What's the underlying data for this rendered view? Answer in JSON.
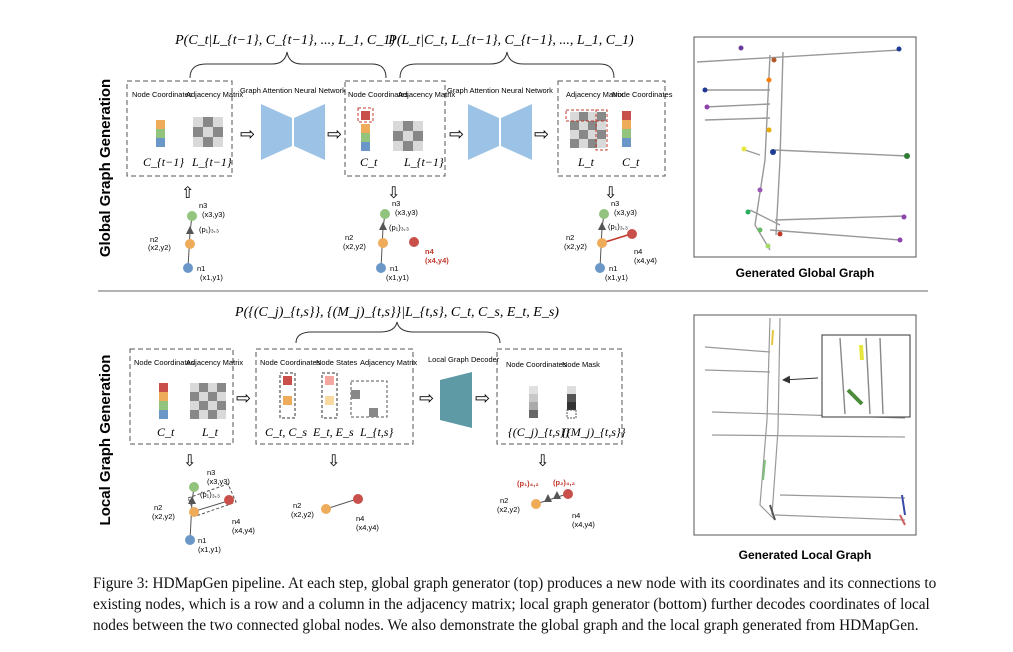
{
  "sections": {
    "global_title": "Global Graph Generation",
    "local_title": "Local Graph Generation"
  },
  "global": {
    "prob1": "P(C_t|L_{t−1}, C_{t−1}, ..., L_1, C_1)",
    "prob2": "P(L_t|C_t, L_{t−1}, C_{t−1}, ..., L_1, C_1)",
    "box1": {
      "left_header": "Node Coordinates",
      "right_header": "Adjacency Matrix",
      "sym_c": "C_{t−1}",
      "sym_l": "L_{t−1}"
    },
    "gat1": "Graph Attention Neural Network",
    "box2": {
      "left_header": "Node Coordinates",
      "right_header": "Adjacency Matrix",
      "sym_c": "C_t",
      "sym_l": "L_{t−1}"
    },
    "gat2": "Graph Attention Neural Network",
    "box3": {
      "left_header": "Adjacency Matrix",
      "right_header": "Node Coordinates",
      "sym_l": "L_t",
      "sym_c": "C_t"
    },
    "graph_labels": {
      "n1": "n1",
      "n1_coord": "(x1,y1)",
      "n2": "n2",
      "n2_coord": "(x2,y2)",
      "n3": "n3",
      "n3_coord": "(x3,y3)",
      "n4": "n4",
      "n4_coord": "(x4,y4)",
      "p": "(p₁)₃,₃"
    },
    "panel_title": "Generated Global Graph"
  },
  "local": {
    "prob": "P({(C_j)_{t,s}}, {(M_j)_{t,s}}|L_{t,s}, C_t, C_s, E_t, E_s)",
    "box1": {
      "left_header": "Node Coordinates",
      "right_header": "Adjacency Matrix",
      "sym_c": "C_t",
      "sym_l": "L_t"
    },
    "box2": {
      "h1": "Node Coordinates",
      "h2": "Node States",
      "h3": "Adjacency Matrix",
      "sym1": "C_t, C_s",
      "sym2": "E_t, E_s",
      "sym3": "L_{t,s}"
    },
    "decoder": "Local Graph Decoder",
    "box3": {
      "h1": "Node Coordinates",
      "h2": "Node Mask",
      "sym1": "{(C_j)_{t,s}}",
      "sym2": "{(M_j)_{t,s}}"
    },
    "p1": "(p₁)₃,₃",
    "p42a": "(p₁)₄,₂",
    "p42b": "(p₂)₄,₂",
    "panel_title": "Generated Local Graph"
  },
  "caption": [
    "Figure 3: HDMapGen pipeline. At each step, global graph generator (top) produces a new node with its coordinates and its connections to",
    "existing nodes, which is a row and a column in the adjacency matrix; local graph generator (bottom) further decodes coordinates of local",
    "nodes between the two connected global nodes. We also demonstrate the global graph and the local graph generated from HDMapGen."
  ],
  "colors": {
    "red": "#c9504a",
    "orange": "#eeab5a",
    "green": "#92c47d",
    "blue": "#6b97c8",
    "gat": "#9cc2e5",
    "decoder": "#5e9aa6",
    "accent_red": "#c0392b"
  }
}
